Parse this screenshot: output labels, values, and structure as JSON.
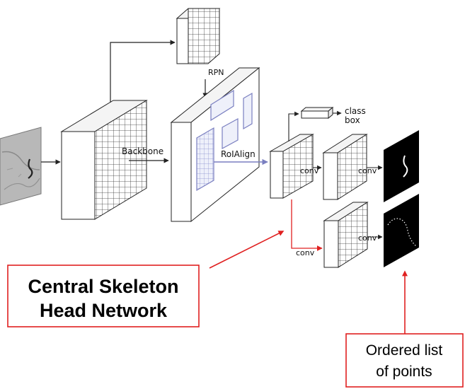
{
  "labels": {
    "rpn": "RPN",
    "backbone": "Backbone",
    "roialign": "RoIAlign",
    "class": "class",
    "box": "box",
    "conv_top": "conv",
    "conv_right": "conv",
    "conv_bottom": "conv",
    "conv_branch": "conv"
  },
  "callouts": {
    "head_line1": "Central Skeleton",
    "head_line2": "Head Network",
    "points_line1": "Ordered list",
    "points_line2": "of points"
  },
  "colors": {
    "callout_red": "#e02020",
    "roi_blue": "#7a7fc0",
    "line_dark": "#222222"
  }
}
